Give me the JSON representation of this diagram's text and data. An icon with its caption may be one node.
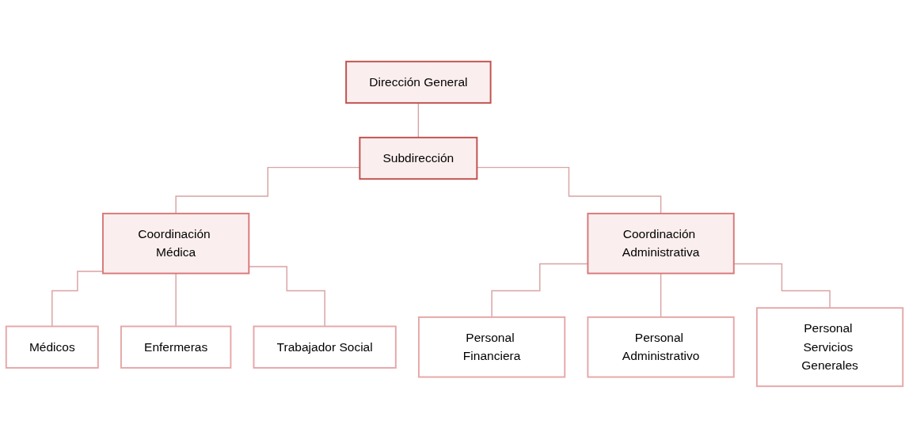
{
  "diagram": {
    "nodes": [
      {
        "text": [
          "Dirección General"
        ]
      },
      {
        "text": [
          "Subdirección"
        ]
      },
      {
        "text": [
          "Coordinación Médica"
        ]
      },
      {
        "text": [
          "Coordinación Administrativa"
        ]
      },
      {
        "text": [
          "Médicos"
        ]
      },
      {
        "text": [
          "Enfermeras"
        ]
      },
      {
        "text": [
          "Trabajador Social"
        ]
      },
      {
        "text": [
          "Personal Financiera"
        ]
      },
      {
        "text": [
          "Personal Administrativo"
        ]
      },
      {
        "text": [
          "Personal Servicios Generales"
        ]
      }
    ],
    "edges": [
      {
        "from": 0,
        "to": 1,
        "arrow": "none"
      },
      {
        "from": 1,
        "to": 2,
        "arrow": "none"
      },
      {
        "from": 1,
        "to": 3,
        "arrow": "none"
      },
      {
        "from": 2,
        "to": 4,
        "arrow": "none"
      },
      {
        "from": 2,
        "to": 5,
        "arrow": "none"
      },
      {
        "from": 2,
        "to": 6,
        "arrow": "none"
      },
      {
        "from": 3,
        "to": 7,
        "arrow": "none"
      },
      {
        "from": 3,
        "to": 8,
        "arrow": "none"
      },
      {
        "from": 3,
        "to": 9,
        "arrow": "none"
      }
    ]
  }
}
